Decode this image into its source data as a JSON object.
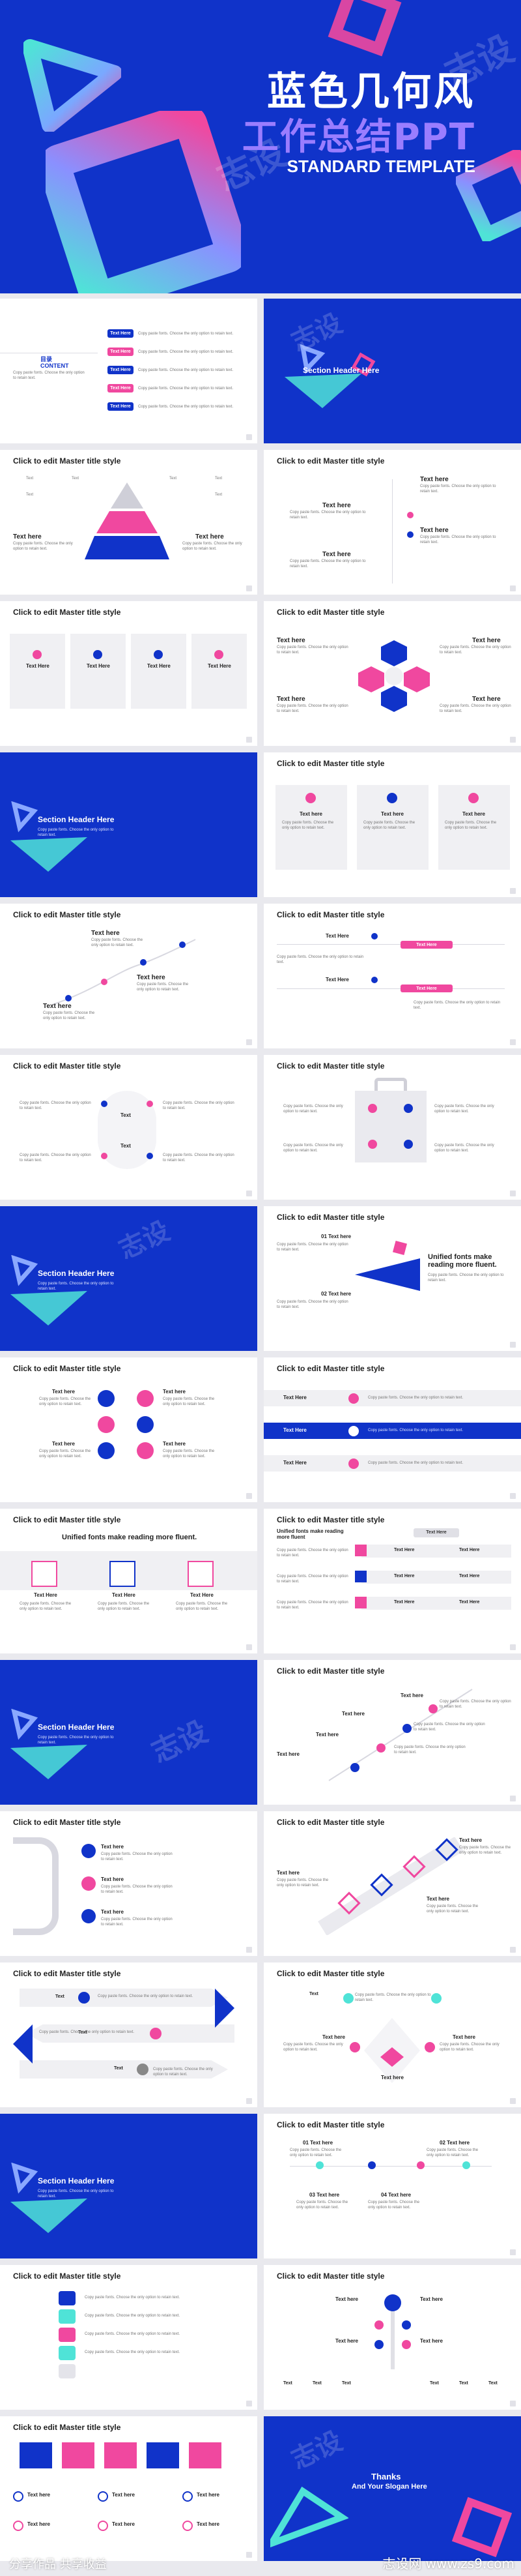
{
  "cover": {
    "title_cn_1": "蓝色几何风",
    "title_cn_2": "工作总结PPT",
    "subtitle": "STANDARD TEMPLATE"
  },
  "watermark": "志设",
  "contents": {
    "label_cn": "目录",
    "label_en": "CONTENT",
    "desc": "Copy paste fonts. Choose the only option to retain text.",
    "items": [
      {
        "label": "Text Here",
        "desc": "Copy paste fonts. Choose the only option to retain text."
      },
      {
        "label": "Text Here",
        "desc": "Copy paste fonts. Choose the only option to retain text."
      },
      {
        "label": "Text Here",
        "desc": "Copy paste fonts. Choose the only option to retain text."
      },
      {
        "label": "Text Here",
        "desc": "Copy paste fonts. Choose the only option to retain text."
      },
      {
        "label": "Text Here",
        "desc": "Copy paste fonts. Choose the only option to retain text."
      }
    ]
  },
  "section": {
    "title": "Section Header Here",
    "desc": "Copy paste fonts. Choose the only option to retain text."
  },
  "master_title": "Click to edit Master title style",
  "text_here": "Text here",
  "text_cap": "Text Here",
  "text_short": "Text",
  "body": "Copy paste fonts. Choose the only option to retain text.",
  "unified": "Unified fonts make reading more fluent.",
  "unified_short": "Unified fonts make reading more fluent",
  "labels_01_02": [
    "01 Text here",
    "02 Text here"
  ],
  "labels_pos": [
    "01 Text here",
    "02 Text here",
    "03 Text here",
    "04 Text here"
  ],
  "thanks": {
    "line1": "Thanks",
    "line2": "And Your Slogan Here"
  },
  "footer": {
    "left": "分享作品 共享收益",
    "right": "志设网 www.zs9.com"
  },
  "colors": {
    "blue": "#1033c9",
    "pink": "#f0489f",
    "cyan": "#4fe3d7",
    "violet": "#9a7dff"
  }
}
